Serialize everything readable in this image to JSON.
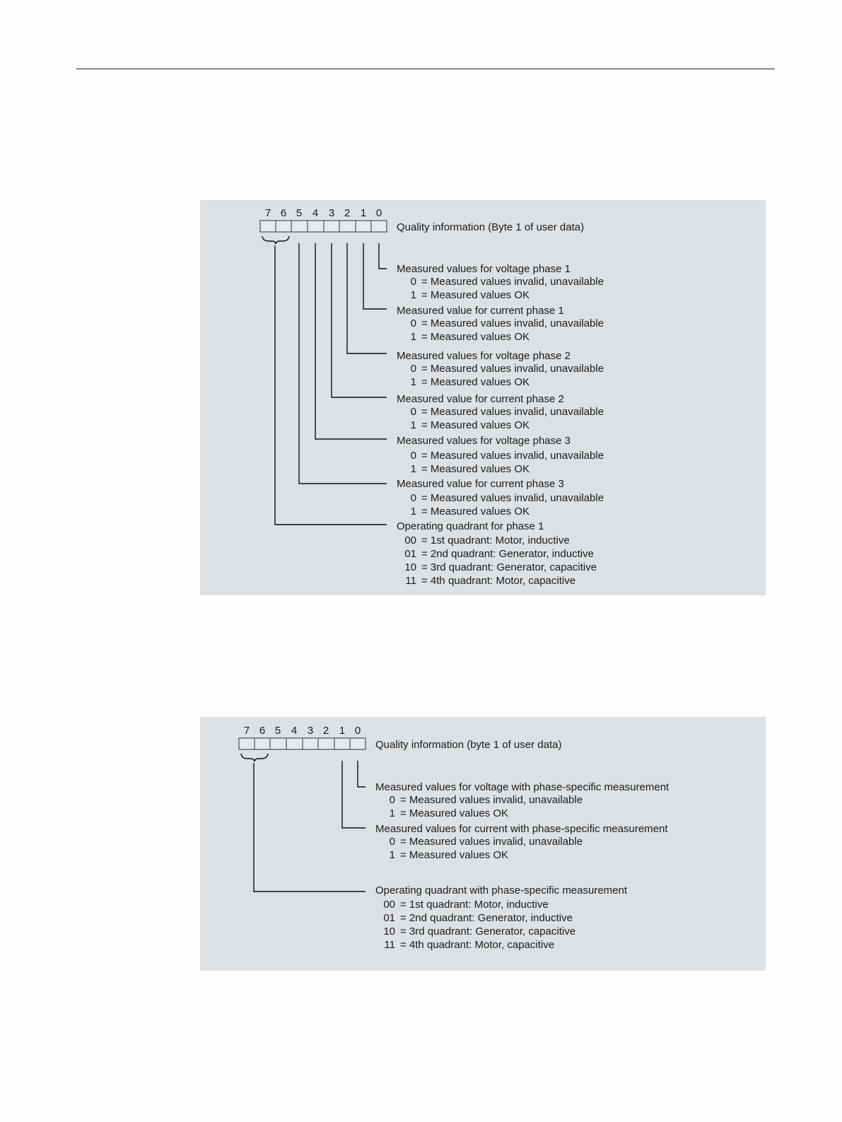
{
  "diagram1": {
    "bit_numbers": [
      "7",
      "6",
      "5",
      "4",
      "3",
      "2",
      "1",
      "0"
    ],
    "title": "Quality information (Byte 1 of user data)",
    "fields": [
      {
        "bit": "0",
        "label": "Measured values for voltage phase 1",
        "values": [
          {
            "code": "0",
            "text": "= Measured values invalid, unavailable"
          },
          {
            "code": "1",
            "text": "= Measured values OK"
          }
        ]
      },
      {
        "bit": "1",
        "label": "Measured value for current phase 1",
        "values": [
          {
            "code": "0",
            "text": "= Measured values invalid, unavailable"
          },
          {
            "code": "1",
            "text": "= Measured values OK"
          }
        ]
      },
      {
        "bit": "2",
        "label": "Measured values for voltage phase 2",
        "values": [
          {
            "code": "0",
            "text": "= Measured values invalid, unavailable"
          },
          {
            "code": "1",
            "text": "= Measured values OK"
          }
        ]
      },
      {
        "bit": "3",
        "label": "Measured value for current phase 2",
        "values": [
          {
            "code": "0",
            "text": "= Measured values invalid, unavailable"
          },
          {
            "code": "1",
            "text": "= Measured values OK"
          }
        ]
      },
      {
        "bit": "4",
        "label": "Measured values for voltage phase 3",
        "values": [
          {
            "code": "0",
            "text": "= Measured values invalid, unavailable"
          },
          {
            "code": "1",
            "text": "= Measured values OK"
          }
        ]
      },
      {
        "bit": "5",
        "label": "Measured value for current phase 3",
        "values": [
          {
            "code": "0",
            "text": "= Measured values invalid, unavailable"
          },
          {
            "code": "1",
            "text": "= Measured values OK"
          }
        ]
      },
      {
        "bit": "6-7",
        "label": "Operating quadrant for phase 1",
        "values": [
          {
            "code": "00",
            "text": "= 1st quadrant: Motor, inductive"
          },
          {
            "code": "01",
            "text": "= 2nd quadrant: Generator, inductive"
          },
          {
            "code": "10",
            "text": "= 3rd quadrant: Generator, capacitive"
          },
          {
            "code": "11",
            "text": "= 4th quadrant: Motor, capacitive"
          }
        ]
      }
    ]
  },
  "diagram2": {
    "bit_numbers": [
      "7",
      "6",
      "5",
      "4",
      "3",
      "2",
      "1",
      "0"
    ],
    "title": "Quality information (byte 1 of user data)",
    "fields": [
      {
        "bit": "0",
        "label": "Measured values for voltage with phase-specific measurement",
        "values": [
          {
            "code": "0",
            "text": "= Measured values invalid, unavailable"
          },
          {
            "code": "1",
            "text": "= Measured values OK"
          }
        ]
      },
      {
        "bit": "1",
        "label": "Measured values for current with phase-specific measurement",
        "values": [
          {
            "code": "0",
            "text": "= Measured values invalid, unavailable"
          },
          {
            "code": "1",
            "text": "= Measured values OK"
          }
        ]
      },
      {
        "bit": "6-7",
        "label": "Operating quadrant with phase-specific measurement",
        "values": [
          {
            "code": "00",
            "text": "= 1st quadrant: Motor, inductive"
          },
          {
            "code": "01",
            "text": "= 2nd quadrant: Generator, inductive"
          },
          {
            "code": "10",
            "text": "= 3rd quadrant: Generator, capacitive"
          },
          {
            "code": "11",
            "text": "= 4th quadrant: Motor, capacitive"
          }
        ]
      }
    ]
  }
}
